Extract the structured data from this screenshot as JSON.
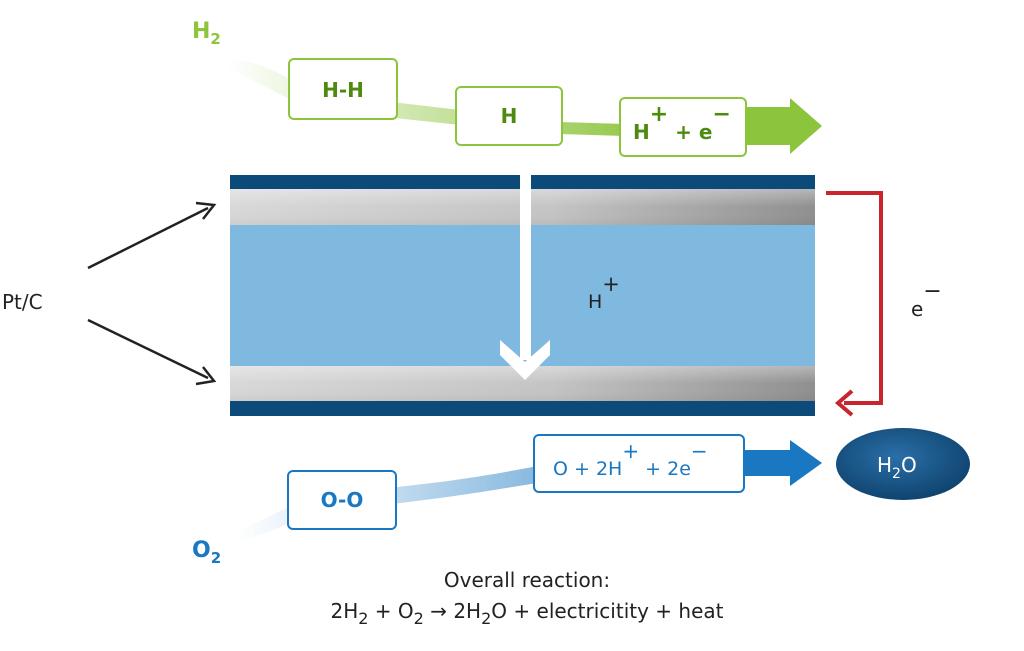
{
  "hydrogen": {
    "molecule": "H",
    "subscript": "2",
    "box1": "H-H",
    "box2": "H",
    "box3_ion": "H",
    "box3_charge": "+",
    "box3_mid": " + e",
    "box3_minus": "−"
  },
  "oxygen": {
    "molecule": "O",
    "subscript": "2",
    "box1": "O-O",
    "box2_part1": "O + 2H",
    "box2_charge": "+",
    "box2_part2": " + 2e",
    "box2_minus": "−"
  },
  "water": {
    "base": "H",
    "subscript": "2",
    "tail": "O"
  },
  "membrane": {
    "proton_label": "H",
    "proton_charge": "+"
  },
  "catalyst": {
    "label": "Pt/C"
  },
  "circuit": {
    "electron_label": "e",
    "electron_charge": "−"
  },
  "overall": {
    "title": "Overall reaction:",
    "eq_a": "2H",
    "eq_a_sub": "2",
    "eq_b": " + O",
    "eq_b_sub": "2",
    "eq_arrow": " → 2H",
    "eq_c_sub": "2",
    "eq_c": "O + electricitity + heat"
  },
  "colors": {
    "green": "#8cc43c",
    "dark_green": "#4f8a10",
    "blue": "#1a78c2",
    "navy": "#0c4a7a",
    "membrane": "#80b9e0",
    "red": "#c8262c"
  }
}
